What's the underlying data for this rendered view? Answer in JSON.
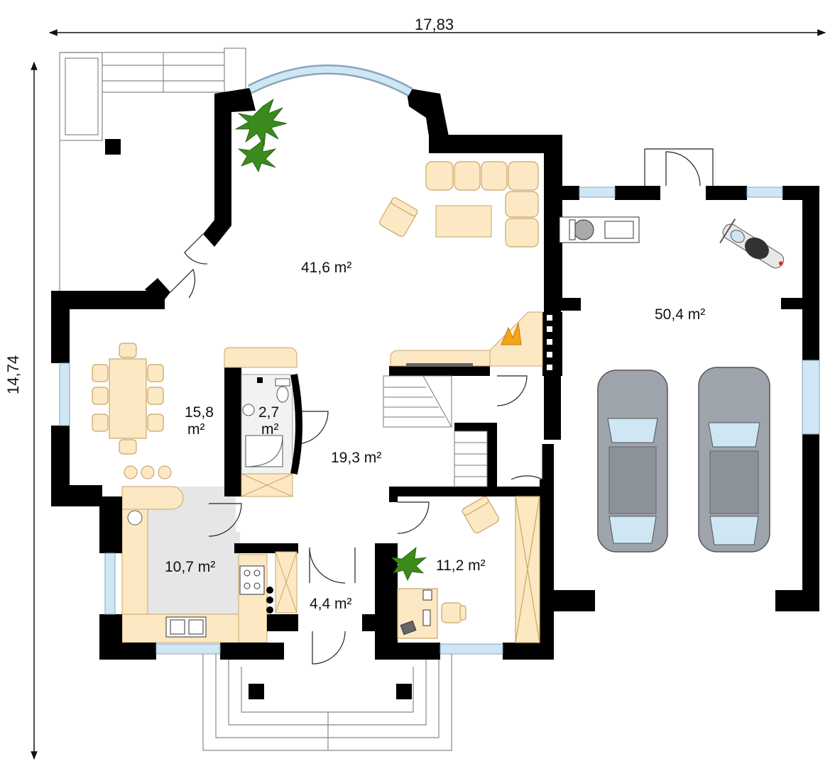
{
  "dimensions": {
    "width_label": "17,83",
    "depth_label": "14,74"
  },
  "rooms": {
    "living": {
      "area": "41,6 m²"
    },
    "garage": {
      "area": "50,4 m²"
    },
    "dining": {
      "area_line1": "15,8",
      "area_line2": "m²"
    },
    "wc": {
      "area_line1": "2,7",
      "area_line2": "m²"
    },
    "hall": {
      "area": "19,3 m²"
    },
    "kitchen": {
      "area": "10,7 m²"
    },
    "vestibule": {
      "area": "4,4 m²"
    },
    "study": {
      "area": "11,2 m²"
    }
  },
  "colors": {
    "wall": "#000000",
    "furniture": "#fce8c3",
    "furniture_stroke": "#c9a56a",
    "kitchen_floor": "#e6e6e6",
    "glass": "#cfe6f5",
    "car": "#9ea4ab",
    "plant": "#3a8a1c",
    "fire": "#f2a516"
  },
  "icons": [
    "plant-icon",
    "armchair-icon",
    "sofa-icon",
    "car-icon",
    "motorcycle-icon",
    "fireplace-icon",
    "toilet-icon",
    "sink-icon",
    "stove-icon",
    "desk-chair-icon"
  ]
}
